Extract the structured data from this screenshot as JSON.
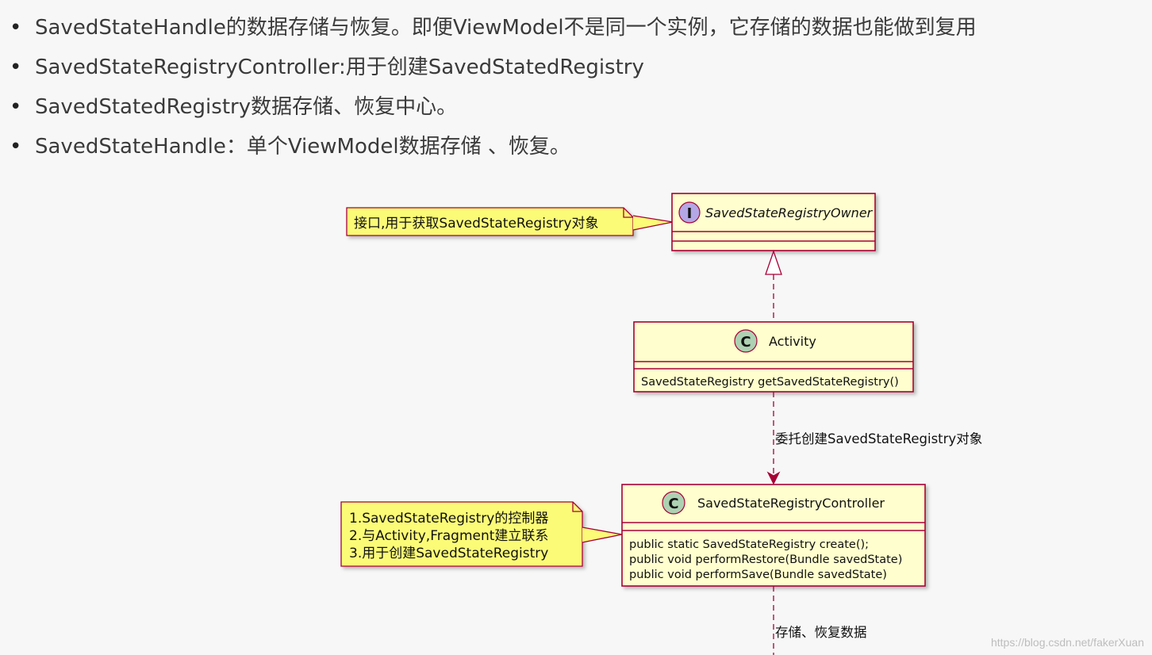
{
  "bullets": [
    "SavedStateHandle的数据存储与恢复。即便ViewModel不是同一个实例，它存储的数据也能做到复用",
    "SavedStateRegistryController:用于创建SavedStatedRegistry",
    "SavedStatedRegistry数据存储、恢复中心。",
    "SavedStateHandle：单个ViewModel数据存储 、恢复。"
  ],
  "diagram": {
    "owner": {
      "stereotype": "I",
      "name": "SavedStateRegistryOwner"
    },
    "owner_note": "接口,用于获取SavedStateRegistry对象",
    "activity": {
      "stereotype": "C",
      "name": "Activity",
      "method": "SavedStateRegistry getSavedStateRegistry()"
    },
    "delegate_label": "委托创建SavedStateRegistry对象",
    "controller": {
      "stereotype": "C",
      "name": "SavedStateRegistryController",
      "methods": [
        "public static SavedStateRegistry create();",
        "public void performRestore(Bundle savedState)",
        "public void performSave(Bundle savedState)"
      ]
    },
    "controller_note": [
      "1.SavedStateRegistry的控制器",
      "2.与Activity,Fragment建立联系",
      "3.用于创建SavedStateRegistry"
    ],
    "store_label": "存储、恢复数据"
  },
  "watermark": "https://blog.csdn.net/fakerXuan",
  "colors": {
    "class_fill": "#fefece",
    "class_border": "#a80036",
    "note_fill": "#fbfb77",
    "interface_badge": "#b4a7e5",
    "class_badge": "#add1b2"
  }
}
